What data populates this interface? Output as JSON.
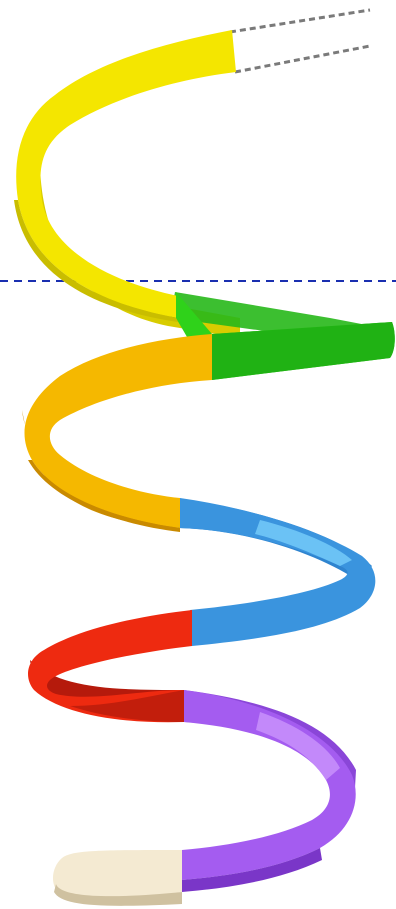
{
  "figure": {
    "kind": "alpha-helix ribbon",
    "background": "#ffffff",
    "continuation_lines": "dashed gray",
    "reference_line": {
      "style": "dashed",
      "color": "#1a2fb0"
    }
  },
  "segments": [
    {
      "name": "yellow-segment",
      "color": "#f4e600",
      "shade": "#c9bd00"
    },
    {
      "name": "green-segment",
      "color": "#2fd21a",
      "shade": "#1e9a12"
    },
    {
      "name": "orange-segment",
      "color": "#f5b800",
      "shade": "#c98a00"
    },
    {
      "name": "blue-segment",
      "color": "#3a94de",
      "shade": "#2263a8"
    },
    {
      "name": "red-segment",
      "color": "#ee2a10",
      "shade": "#b01a0c"
    },
    {
      "name": "purple-segment",
      "color": "#a45cf0",
      "shade": "#7a36c8"
    },
    {
      "name": "cream-terminus",
      "color": "#f4ead2",
      "shade": "#cfc1a0"
    }
  ]
}
